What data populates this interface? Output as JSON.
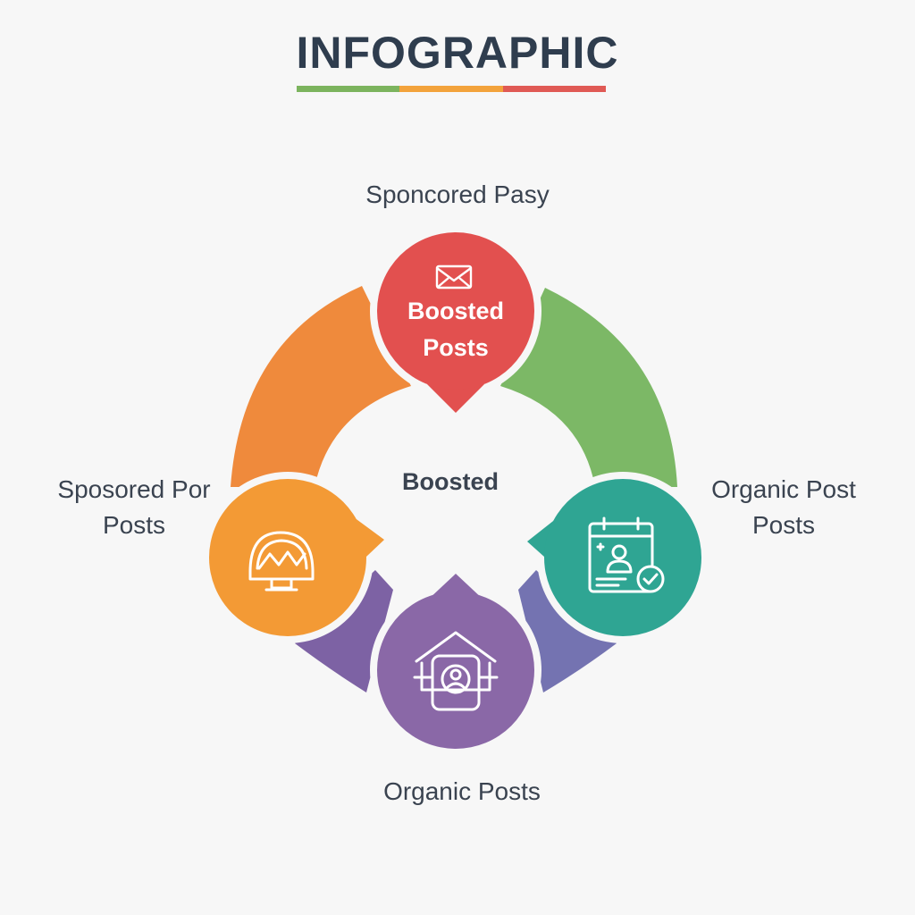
{
  "title": "INFOGRAPHIC",
  "title_bar_colors": [
    "#7cb45e",
    "#f3a33c",
    "#e05a55"
  ],
  "labels": {
    "top": "Sponcored Pasy",
    "left_line1": "Sposored Por",
    "left_line2": "Posts",
    "right_line1": "Organic Post",
    "right_line2": "Posts",
    "bottom": "Organic Posts",
    "center": "Boosted"
  },
  "nodes": {
    "top": {
      "line1": "Boosted",
      "line2": "Posts",
      "icon": "envelope-icon",
      "color": "#e2504f"
    },
    "left": {
      "icon": "monitor-chart-icon",
      "color": "#f39a35"
    },
    "right": {
      "icon": "calendar-check-icon",
      "color": "#2fa593"
    },
    "bottom": {
      "icon": "house-user-icon",
      "color": "#8a68a7"
    }
  },
  "arc_colors": {
    "left": "#ef8a3c",
    "right": "#7cb866",
    "bottom_left": "#7d62a4",
    "bottom_right": "#7473b1"
  }
}
